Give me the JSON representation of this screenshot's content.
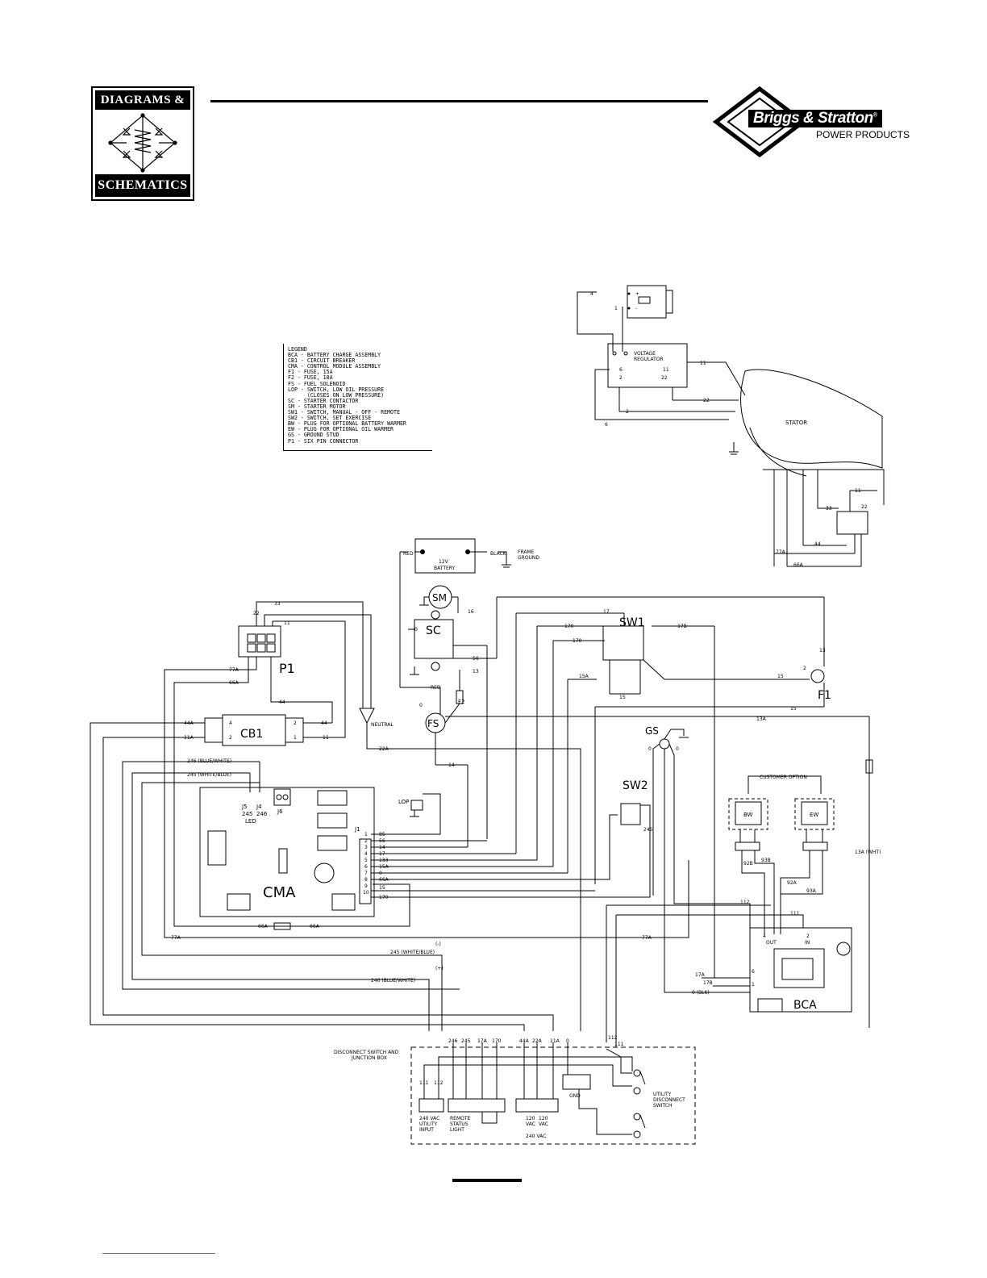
{
  "header": {
    "series_logo": {
      "line1": "DIAGRAMS &",
      "line2": "SCHEMATICS"
    },
    "brand": {
      "name": "Briggs & Stratton",
      "reg": "®",
      "sub": "POWER PRODUCTS"
    }
  },
  "legend": {
    "lines": [
      "LEGEND",
      "BCA - BATTERY CHARGE ASSEMBLY",
      "CB1 - CIRCUIT BREAKER",
      "CMA - CONTROL MODULE ASSEMBLY",
      "F1 - FUSE, 15A",
      "F2 - FUSE, 10A",
      "FS - FUEL SOLENOID",
      "LOP - SWITCH, LOW OIL PRESSURE",
      "      (CLOSES ON LOW PRESSURE)",
      "SC - STARTER CONTACTOR",
      "SM - STARTER MOTOR",
      "SW1 - SWITCH, MANUAL - OFF - REMOTE",
      "SW2 - SWITCH, SET EXERCISE",
      "BW - PLUG FOR OPTIONAL BATTERY WARMER",
      "EW - PLUG FOR OPTIONAL OIL WARMER",
      "GS - GROUND STUD",
      "P1 - SIX PIN CONNECTOR"
    ]
  },
  "labels": {
    "p1": "P1",
    "cb1": "CB1",
    "cma": "CMA",
    "sc": "SC",
    "sm": "SM",
    "fs": "FS",
    "sw1": "SW1",
    "sw2": "SW2",
    "gs": "GS",
    "f1": "F1",
    "f2": "F2",
    "bca": "BCA",
    "bw": "BW",
    "ew": "EW",
    "lop": "LOP",
    "stator": "STATOR",
    "vr1": "VOLTAGE",
    "vr2": "REGULATOR",
    "batt1": "12V",
    "batt2": "BATTERY",
    "frame1": "FRAME",
    "frame2": "GROUND",
    "red": "RED",
    "black": "BLACK",
    "neutral": "NEUTRAL",
    "customer_option": "CUSTOMER OPTION",
    "j5": "J5",
    "j4": "J4",
    "j6": "J6",
    "j1": "J1",
    "led": "LED",
    "out": "OUT",
    "in": "IN",
    "gnd": "GND",
    "plus": "+",
    "minus": "-",
    "bca_minus": "(-)",
    "bca_plus": "(+)",
    "junction1": "DISCONNECT SWITCH AND",
    "junction2": "JUNCTION BOX",
    "t240_1": "240 VAC",
    "t240_2": "UTILITY",
    "t240_3": "INPUT",
    "remote_1": "REMOTE",
    "remote_2": "STATUS",
    "remote_3": "LIGHT",
    "v120a_1": "120",
    "v120a_2": "VAC",
    "v120b_1": "120",
    "v120b_2": "VAC",
    "v240": "240 VAC",
    "uds_1": "UTILITY",
    "uds_2": "DISCONNECT",
    "uds_3": "SWITCH",
    "w246_bw": "246 (BLUE/WHITE)",
    "w245_wb": "245 (WHITE/BLUE)",
    "w245_wb2": "245 (WHITE/BLUE)",
    "w246_bw2": "246 (BLUE/WHITE)",
    "w13a_wht": "13A (WHT)",
    "w0_blk": "0 (BLK)"
  },
  "wire_numbers": [
    "0",
    "1",
    "2",
    "4",
    "6",
    "11",
    "11A",
    "13",
    "13A",
    "14",
    "15",
    "15A",
    "16",
    "17",
    "17A",
    "17B",
    "22",
    "22A",
    "33",
    "44",
    "44A",
    "56",
    "66A",
    "77A",
    "85",
    "92A",
    "92B",
    "93A",
    "93B",
    "111",
    "112",
    "133",
    "170",
    "245",
    "246"
  ],
  "cma_pins": {
    "numbers": [
      "1",
      "2",
      "3",
      "4",
      "5",
      "6",
      "7",
      "8",
      "9",
      "10"
    ],
    "wires": [
      "85",
      "56",
      "14",
      "17",
      "133",
      "15A",
      "0",
      "66A",
      "15",
      "170"
    ]
  },
  "colors": {
    "ink": "#000000",
    "paper": "#ffffff"
  }
}
